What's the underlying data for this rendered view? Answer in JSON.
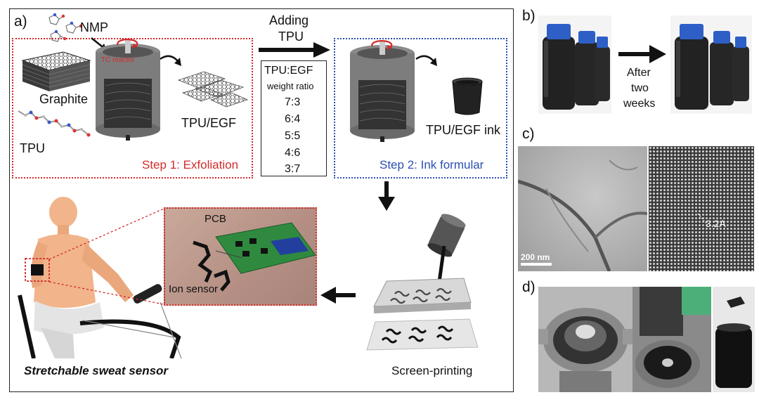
{
  "panel_a": {
    "label": "a)",
    "nmp": "NMP",
    "graphite": "Graphite",
    "tpu": "TPU",
    "tc_reactor": "TC reactor",
    "tpu_egf": "TPU/EGF",
    "step1": "Step 1: Exfoliation",
    "adding_tpu_line1": "Adding",
    "adding_tpu_line2": "TPU",
    "ratio_header": "TPU:EGF",
    "ratio_subheader": "weight ratio",
    "ratios": [
      "7:3",
      "6:4",
      "5:5",
      "4:6",
      "3:7"
    ],
    "ink": "TPU/EGF ink",
    "step2": "Step 2: Ink formular",
    "pcb": "PCB",
    "ion_sensor": "Ion sensor",
    "caption": "Stretchable sweat sensor",
    "screen_printing": "Screen-printing"
  },
  "panel_b": {
    "label": "b)",
    "after_line1": "After",
    "after_line2": "two",
    "after_line3": "weeks"
  },
  "panel_c": {
    "label": "c)",
    "scale_bar": "200 nm",
    "lattice": "3.2A"
  },
  "panel_d": {
    "label": "d)"
  },
  "colors": {
    "step1_border": "#d42a2a",
    "step2_border": "#2b4fb3",
    "step1_text": "#d42a2a",
    "step2_text": "#2b4fb3",
    "reactor_text": "#d42a2a",
    "ink_dark": "#161616",
    "pcb_green": "#2f8a3f"
  }
}
